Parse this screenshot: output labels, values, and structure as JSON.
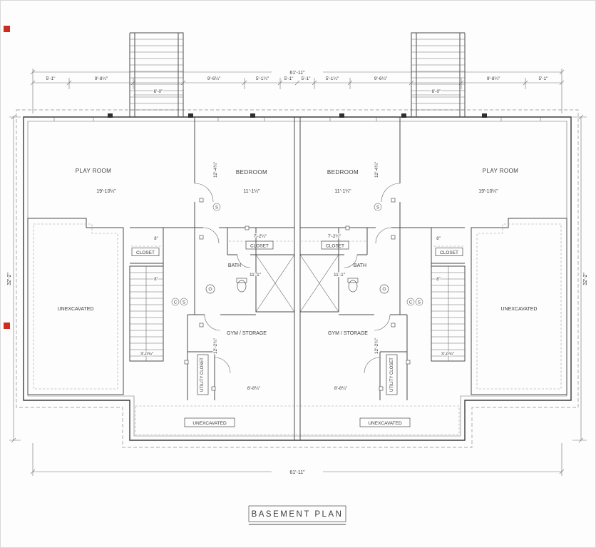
{
  "title": "BASEMENT PLAN",
  "rooms": {
    "play_room": "PLAY ROOM",
    "bedroom": "BEDROOM",
    "closet": "CLOSET",
    "bath": "BATH",
    "gym_storage": "GYM / STORAGE",
    "unexcavated": "UNEXCAVATED",
    "utility_closet": "UTILITY CLOSET"
  },
  "symbols": {
    "switch": "S",
    "circuit": "C"
  },
  "dimensions": {
    "overall_width": "61'-11\"",
    "overall_depth": "32'-2\"",
    "seg_a": "5'-1\"",
    "seg_b": "9'-8¼\"",
    "seg_c": "9'-6¼\"",
    "seg_d": "5'-1¼\"",
    "stair_width": "6'-0\"",
    "playroom_width": "19'-10¼\"",
    "bedroom_width": "11'-1¼\"",
    "closet_width": "7'-2¼\"",
    "bath_width": "11'-1\"",
    "upper_depth": "12'-4¾\"",
    "lower_depth": "12'-2¾\"",
    "understair_width": "3'-0¾\"",
    "gym_width": "8'-8¼\"",
    "wall_offset": "8\""
  }
}
